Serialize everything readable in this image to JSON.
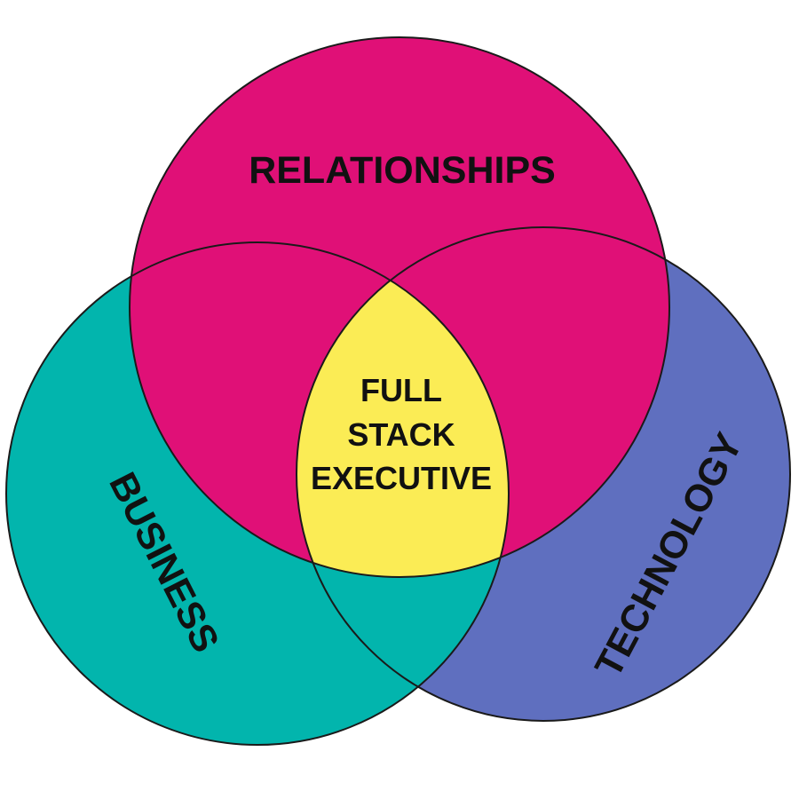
{
  "colors": {
    "relationships": "#e01077",
    "business": "#02b5ad",
    "technology": "#5f6fbf",
    "center": "#fbec55",
    "outline": "#1a1a1a",
    "text": "#111111"
  },
  "circles": {
    "relationships": {
      "label": "RELATIONSHIPS"
    },
    "business": {
      "label": "BUSINESS"
    },
    "technology": {
      "label": "TECHNOLOGY"
    }
  },
  "center": {
    "line1": "FULL",
    "line2": "STACK",
    "line3": "EXECUTIVE"
  }
}
